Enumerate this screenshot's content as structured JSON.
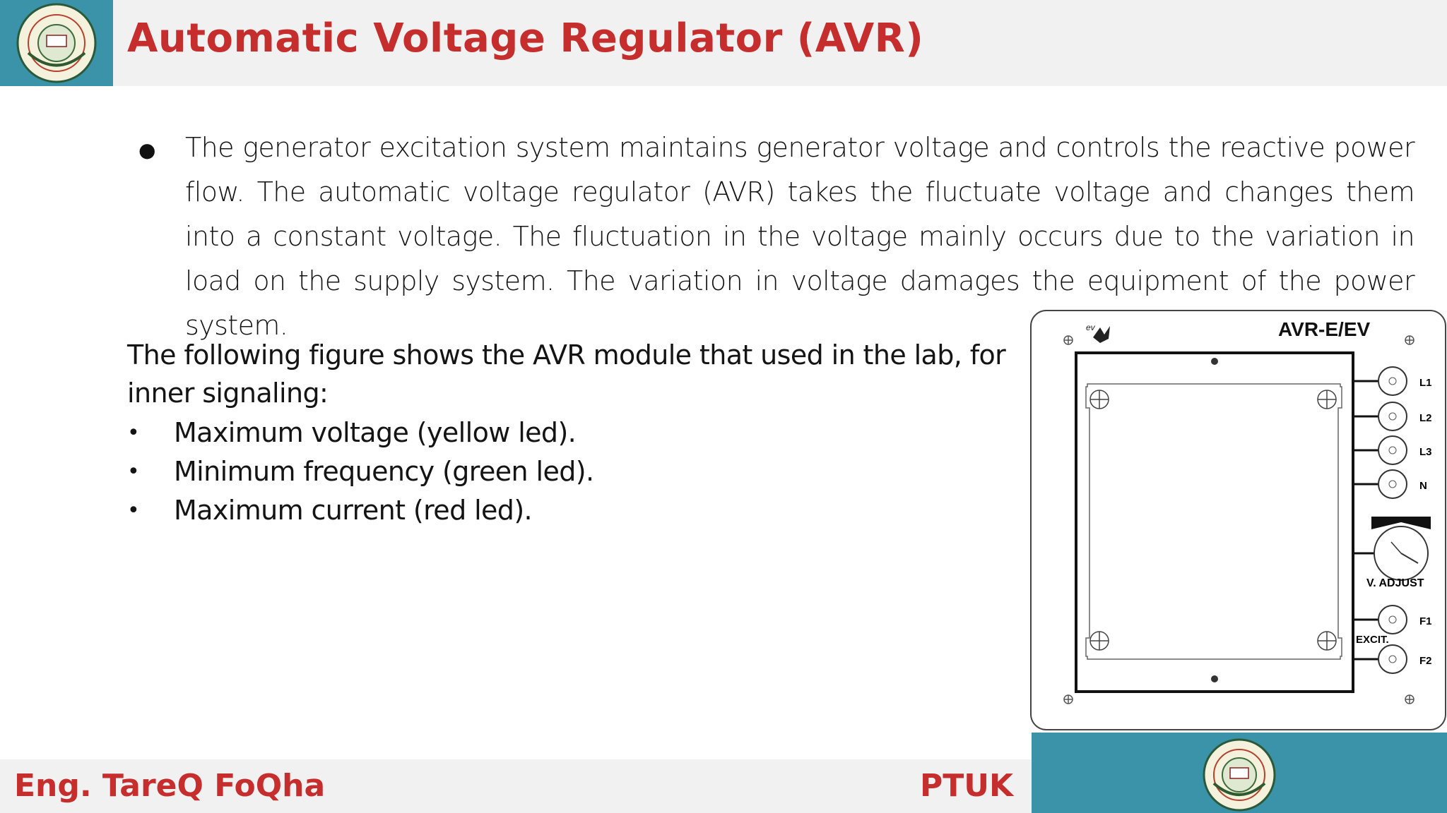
{
  "header": {
    "title": "Automatic Voltage Regulator (AVR)",
    "logo_icon": "university-seal-icon",
    "accent_color": "#c62e2e",
    "band_color": "#3a93a8"
  },
  "body": {
    "paragraph": "The generator excitation system maintains generator voltage and controls the reactive power flow. The automatic voltage regulator (AVR) takes the fluctuate voltage and changes them into a constant voltage. The fluctuation in the voltage mainly occurs due to the variation in load on the supply system. The variation in voltage damages the equipment of the power system.",
    "intro": "The following figure shows the AVR module that used in the lab, for inner signaling:",
    "leds": [
      "Maximum voltage (yellow led).",
      "Minimum frequency (green led).",
      "Maximum current (red led)."
    ]
  },
  "figure": {
    "brand": "AVR-E/EV",
    "terminals": [
      "L1",
      "L2",
      "L3",
      "N"
    ],
    "knob_label": "V. ADJUST",
    "excit_label": "EXCIT.",
    "excit_terminals": [
      "F1",
      "F2"
    ]
  },
  "footer": {
    "author": "Eng. TareQ FoQha",
    "org": "PTUK"
  }
}
